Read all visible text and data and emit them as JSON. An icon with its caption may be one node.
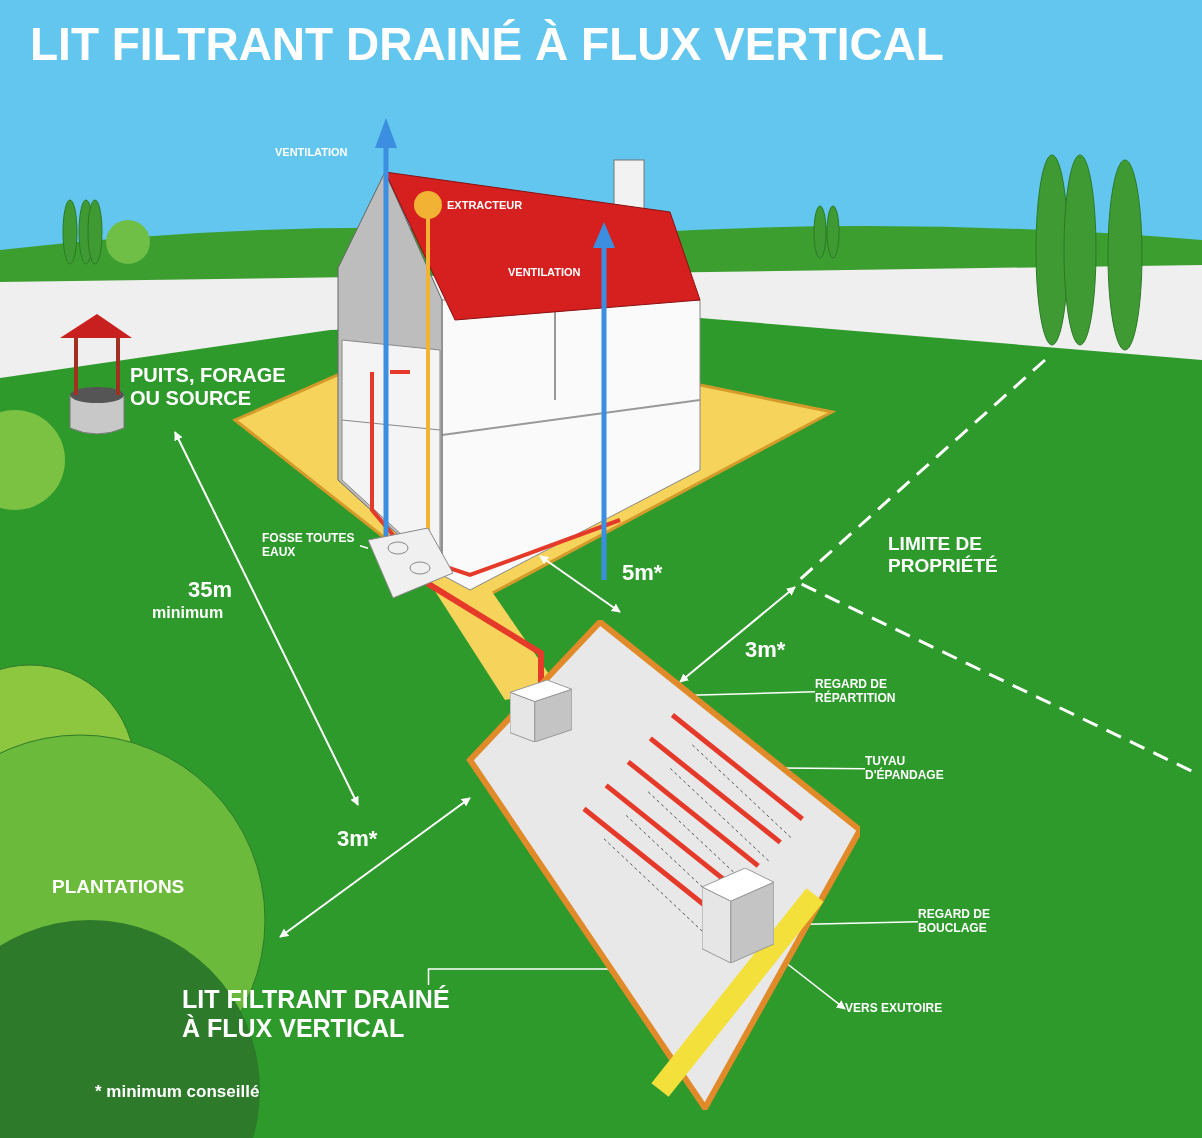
{
  "diagram": {
    "title": "LIT FILTRANT DRAINÉ À FLUX VERTICAL",
    "nodes": [
      {
        "text": [
          "FOSSE TOUTES EAUX"
        ]
      },
      {
        "text": [],
        "shape": "box"
      },
      {
        "text": [],
        "shape": "box"
      },
      {
        "text": [
          "REGARD DE RÉPARTITION"
        ]
      },
      {
        "text": [],
        "shape": "box",
        "in": 2
      },
      {
        "text": [
          "TUYAU D'ÉPANDAGE"
        ]
      },
      {
        "text": [
          "REGARD DE BOUCLAGE"
        ]
      },
      {
        "text": [],
        "shape": "box",
        "in": 2
      },
      {
        "text": [
          "LIT FILTRANT DRAINÉ À FLUX VERTICAL"
        ]
      },
      {
        "text": [
          "VERS EXUTOIRE"
        ]
      }
    ],
    "edges": [
      {
        "from": 0,
        "to": 1,
        "arrow": "none"
      },
      {
        "from": 3,
        "to": 4,
        "arrow": "none"
      },
      {
        "from": 5,
        "to": 2,
        "arrow": "none"
      },
      {
        "from": 6,
        "to": 7,
        "arrow": "none"
      },
      {
        "from": 8,
        "to": 2,
        "arrow": "none"
      },
      {
        "from": 1,
        "to": 4,
        "arrow": "none",
        "style": "thick",
        "color": "#e53a2a"
      },
      {
        "from": 7,
        "to": 9,
        "arrow": "to"
      }
    ],
    "labels": [
      "VENTILATION",
      "EXTRACTEUR",
      "VENTILATION",
      "PUITS, FORAGE OU SOURCE",
      "LIMITE DE PROPRIÉTÉ",
      "5m*",
      "35m",
      "minimum",
      "3m*",
      "3m*",
      "PLANTATIONS",
      "* minimum conseillé"
    ]
  }
}
